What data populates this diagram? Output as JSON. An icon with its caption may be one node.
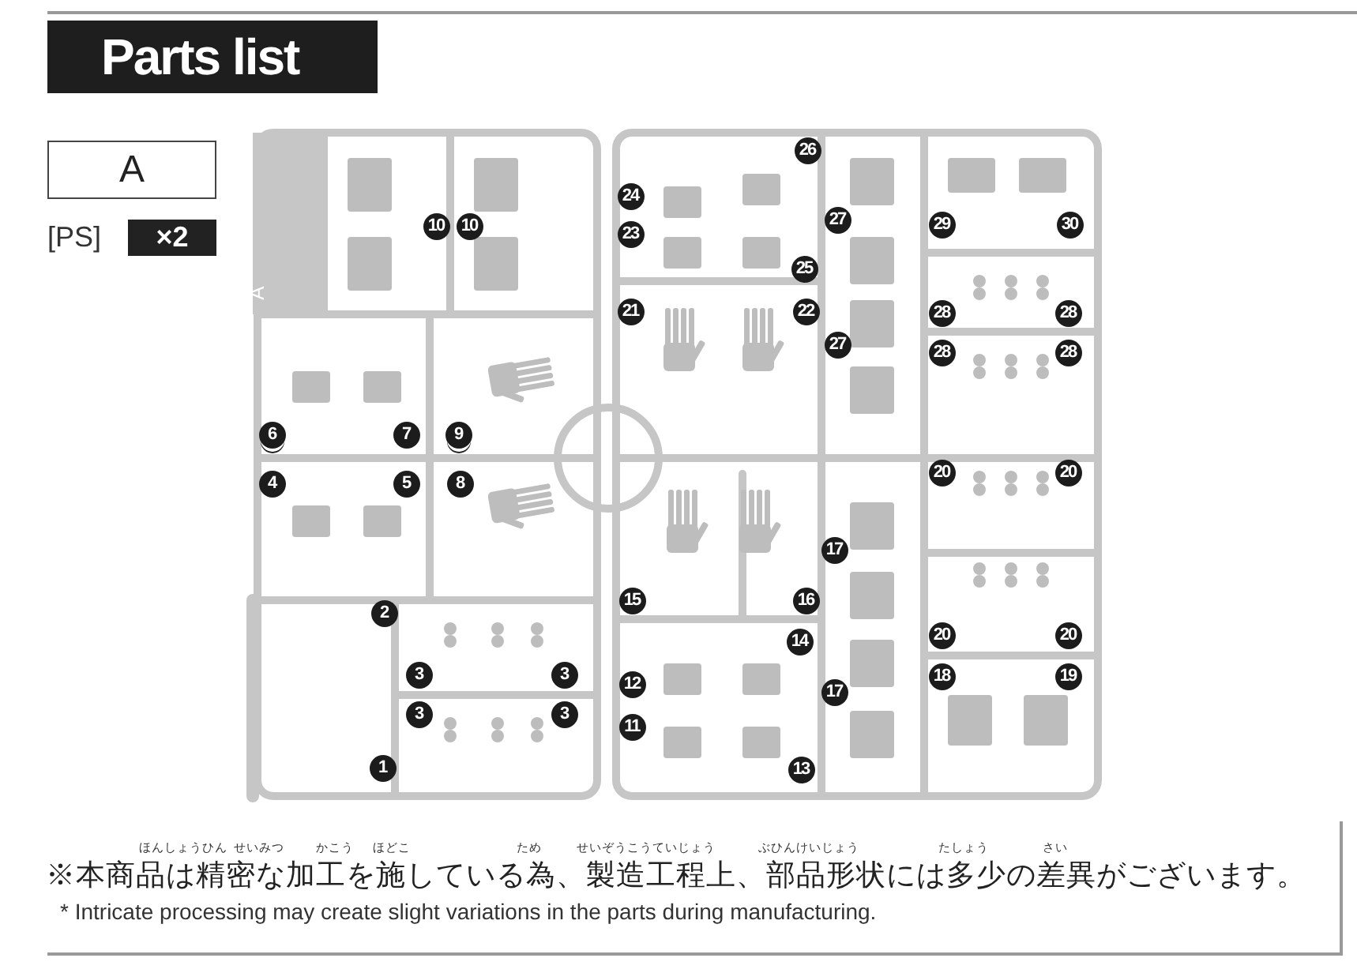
{
  "diagram": {
    "title": "Parts list",
    "nodes": [
      {
        "text": [
          "A"
        ]
      },
      {
        "text": [
          "×2"
        ]
      }
    ],
    "labels": [
      "[PS]",
      "A",
      "26",
      "24",
      "10",
      "10",
      "27",
      "29",
      "30",
      "23",
      "25",
      "21",
      "22",
      "28",
      "28",
      "27",
      "28",
      "28",
      "6",
      "7",
      "9",
      "4",
      "5",
      "8",
      "20",
      "20",
      "17",
      "15",
      "16",
      "2",
      "20",
      "20",
      "14",
      "3",
      "3",
      "12",
      "18",
      "19",
      "17",
      "3",
      "3",
      "11",
      "1",
      "13",
      "ほんしょうひん",
      "せいみつ",
      "かこう",
      "ほどこ",
      "ため",
      "せいぞうこうていじょう",
      "ぶひんけいじょう",
      "たしょう",
      "さい",
      "※本商品は精密な加工を施している為、製造工程上、部品形状には多少の差異がございます。",
      "* Intricate processing may create slight variations in the parts during manufacturing."
    ]
  }
}
